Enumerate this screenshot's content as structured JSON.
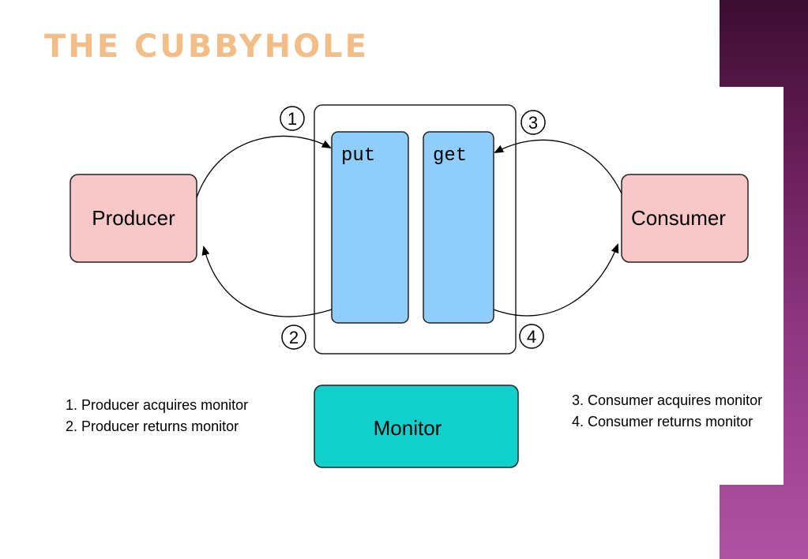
{
  "title": "THE CUBBYHOLE",
  "colors": {
    "title": "#f2bd86",
    "party_box": "#f8c8c8",
    "method_box": "#8fcdfb",
    "monitor_box": "#10d0cc",
    "side_band_top": "#3c0d31",
    "side_band_bottom": "#b052a3"
  },
  "diagram": {
    "producer_label": "Producer",
    "consumer_label": "Consumer",
    "put_label": "put",
    "get_label": "get",
    "monitor_label": "Monitor",
    "step_markers": [
      "1",
      "2",
      "3",
      "4"
    ],
    "legend_left": [
      "1. Producer acquires monitor",
      "2. Producer returns monitor"
    ],
    "legend_right": [
      "3. Consumer acquires monitor",
      "4. Consumer returns monitor"
    ]
  }
}
